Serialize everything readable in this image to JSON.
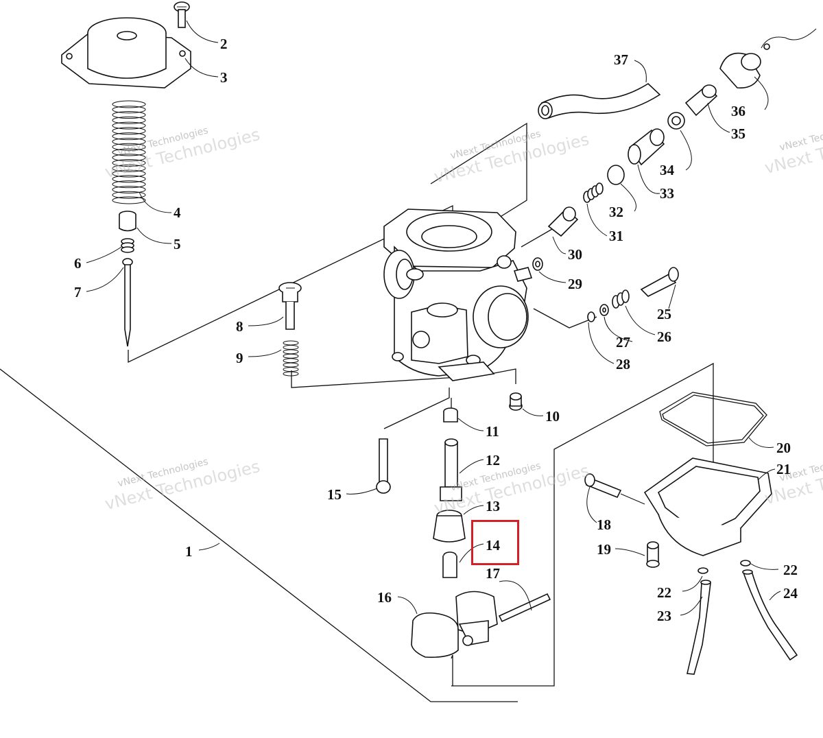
{
  "watermark": {
    "line1": "vNext Technologies",
    "line2": "vNext Technologies"
  },
  "highlight_color": "#d42027",
  "parts": {
    "p1": "1",
    "p2": "2",
    "p3": "3",
    "p4": "4",
    "p5": "5",
    "p6": "6",
    "p7": "7",
    "p8": "8",
    "p9": "9",
    "p10": "10",
    "p11": "11",
    "p12": "12",
    "p13": "13",
    "p14": "14",
    "p15": "15",
    "p16": "16",
    "p17": "17",
    "p18": "18",
    "p19": "19",
    "p20": "20",
    "p21": "21",
    "p22a": "22",
    "p22b": "22",
    "p23": "23",
    "p24": "24",
    "p25": "25",
    "p26": "26",
    "p27": "27",
    "p28": "28",
    "p29": "29",
    "p30": "30",
    "p31": "31",
    "p32": "32",
    "p33": "33",
    "p34": "34",
    "p35": "35",
    "p36": "36",
    "p37": "37"
  },
  "highlighted_part": "14"
}
